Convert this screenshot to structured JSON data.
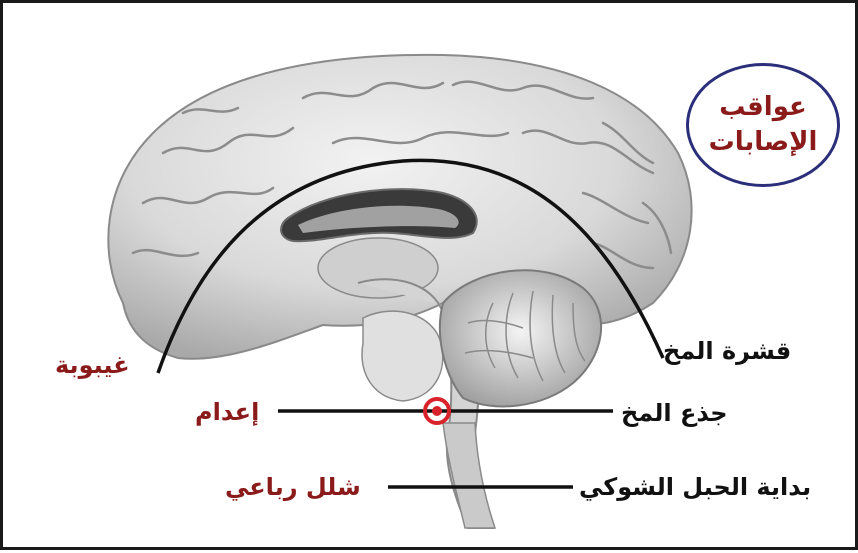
{
  "title": {
    "line1": "عواقب",
    "line2": "الإصابات"
  },
  "regions": {
    "cortex": "قشرة المخ",
    "brainstem": "جذع المخ",
    "spinal_cord_start": "بداية الحبل الشوكي"
  },
  "consequences": {
    "coma": "غيبوبة",
    "execution": "إعدام",
    "quadriplegia": "شلل رباعي"
  },
  "colors": {
    "label_red": "#8b1a1a",
    "badge_border": "#2b2f7a",
    "marker_red": "#d8232a"
  }
}
